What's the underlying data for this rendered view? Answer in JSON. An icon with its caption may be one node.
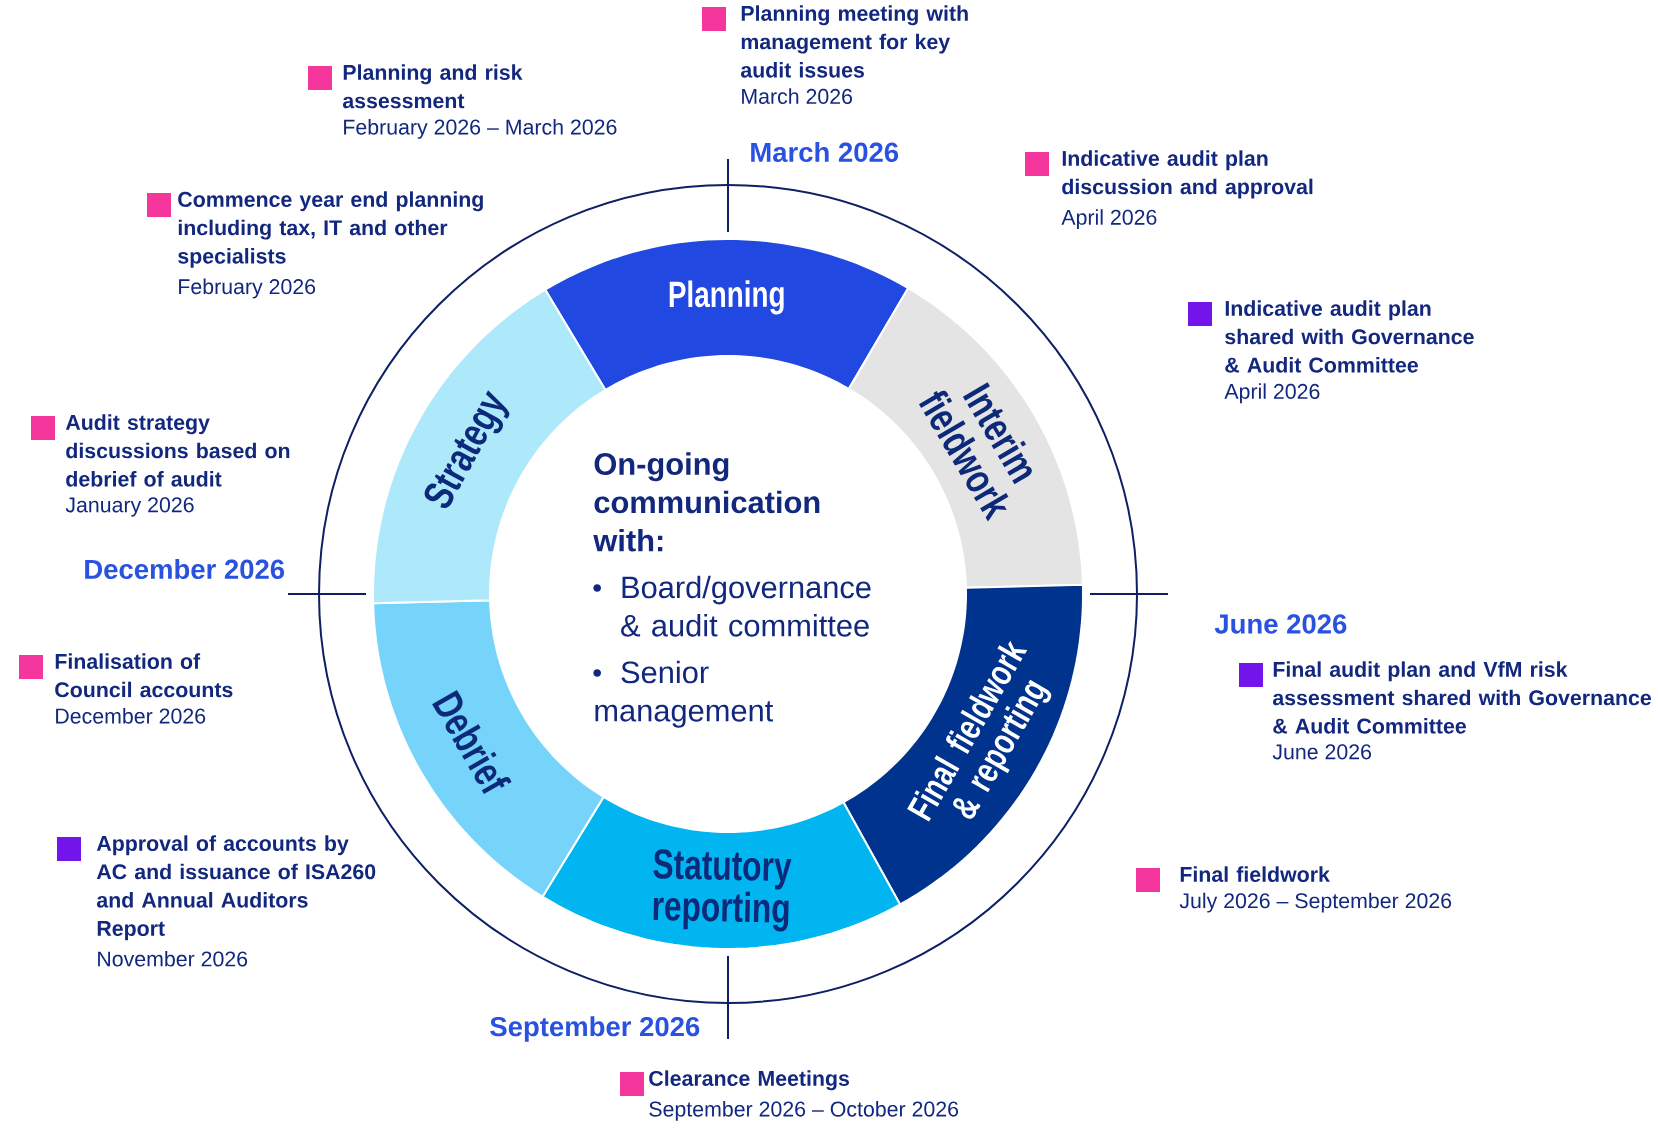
{
  "diagram": {
    "nodes": [
      {
        "text": [
          "Planning"
        ]
      },
      {
        "text": [
          "Interim fieldwork"
        ]
      },
      {
        "text": [
          "Final fieldwork & reporting"
        ]
      },
      {
        "text": [
          "Statutory reporting"
        ]
      },
      {
        "text": [
          "Debrief"
        ]
      },
      {
        "text": [
          "Strategy"
        ]
      },
      {
        "text": [
          "On-going communication with:",
          "Board/governance & audit committee",
          "Senior management"
        ]
      }
    ],
    "edges": [],
    "labels": [
      "Planning meeting with management for key audit issues",
      "March 2026",
      "Planning and risk assessment",
      "February 2026 – March 2026",
      "March 2026",
      "Indicative audit plan discussion and approval",
      "April 2026",
      "Commence year end planning including tax, IT and other specialists",
      "February 2026",
      "Indicative audit plan shared with Governance & Audit Committee",
      "April 2026",
      "Audit strategy discussions based on debrief of audit",
      "January 2026",
      "December 2026",
      "June 2026",
      "Finalisation of Council accounts",
      "December 2026",
      "Final audit plan and VfM risk assessment shared with Governance & Audit Committee",
      "June 2026",
      "Approval of accounts by AC and issuance of ISA260 and Annual Auditors Report",
      "November 2026",
      "Final fieldwork",
      "July 2026 – September 2026",
      "September 2026",
      "Clearance Meetings",
      "September 2026 – October 2026"
    ]
  }
}
